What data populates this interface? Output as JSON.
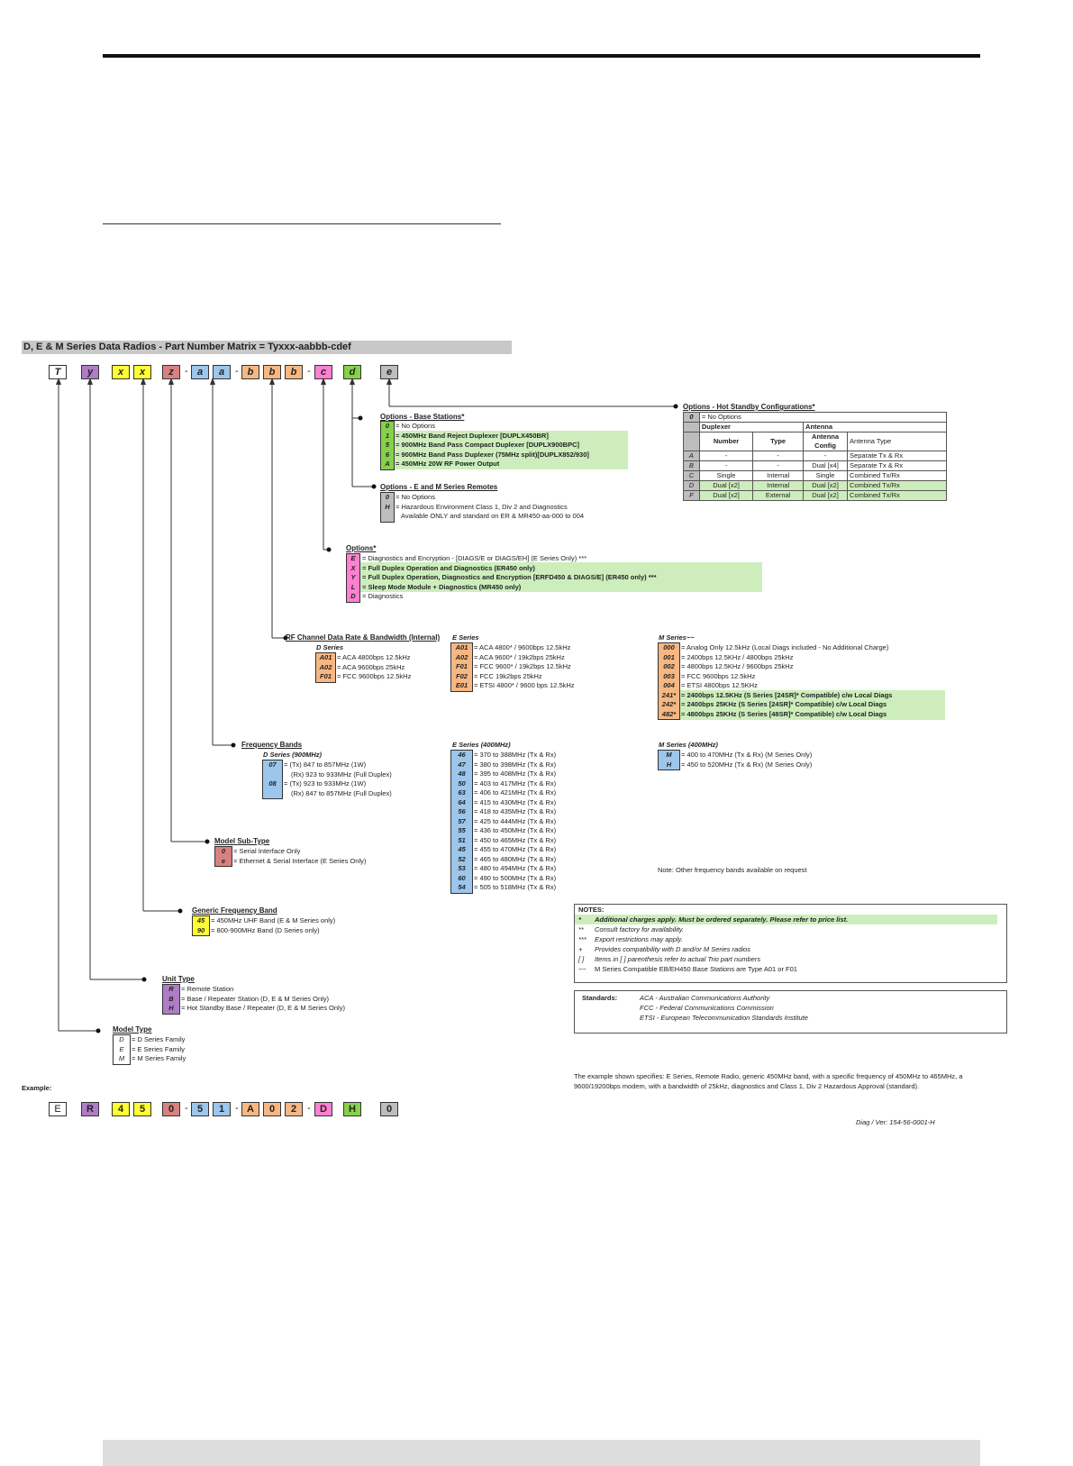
{
  "title": "D, E & M Series Data Radios - Part Number Matrix = Tyxxx-aabbb-cdef",
  "matrix_boxes": [
    "T",
    "y",
    "x",
    "x",
    "z",
    "-",
    "a",
    "a",
    "-",
    "b",
    "b",
    "b",
    "-",
    "c",
    "d",
    "e"
  ],
  "example_label": "Example:",
  "example_boxes": [
    "E",
    "R",
    "4",
    "5",
    "0",
    "-",
    "5",
    "1",
    "-",
    "A",
    "0",
    "2",
    "-",
    "D",
    "H",
    "0"
  ],
  "hot_standby": {
    "title": "Options - Hot Standby Configurations*",
    "zero_code": "0",
    "zero_desc": "= No Options",
    "hdr_duplexer": "Duplexer",
    "hdr_antenna": "Antenna",
    "hdr_number": "Number",
    "hdr_type": "Type",
    "hdr_config": "Antenna Config",
    "hdr_antenna_type": "Antenna Type",
    "rows": [
      {
        "code": "A",
        "number": "-",
        "type": "-",
        "config": "-",
        "antenna_type": "Separate Tx & Rx"
      },
      {
        "code": "B",
        "number": "-",
        "type": "-",
        "config": "Dual [x4]",
        "antenna_type": "Separate Tx & Rx"
      },
      {
        "code": "C",
        "number": "Single",
        "type": "Internal",
        "config": "Single",
        "antenna_type": "Combined Tx/Rx"
      },
      {
        "code": "D",
        "number": "Dual [x2]",
        "type": "Internal",
        "config": "Dual [x2]",
        "antenna_type": "Combined Tx/Rx"
      },
      {
        "code": "F",
        "number": "Dual [x2]",
        "type": "External",
        "config": "Dual [x2]",
        "antenna_type": "Combined Tx/Rx"
      }
    ]
  },
  "base_options": {
    "title": "Options - Base Stations*",
    "items": [
      {
        "code": "0",
        "desc": "= No Options"
      },
      {
        "code": "1",
        "desc": "= 450MHz Band Reject Duplexer [DUPLX450BR]"
      },
      {
        "code": "5",
        "desc": "= 900MHz Band Pass Compact Duplexer [DUPLX900BPC]"
      },
      {
        "code": "6",
        "desc": "= 900MHz Band Pass Duplexer (75MHz split)[DUPLX852/930]"
      },
      {
        "code": "A",
        "desc": "= 450MHz 20W RF Power Output"
      }
    ]
  },
  "remote_options": {
    "title": "Options - E and M Series Remotes",
    "items": [
      {
        "code": "0",
        "desc": "= No Options"
      },
      {
        "code": "H",
        "desc": "= Hazardous Environment Class 1, Div 2 and Diagnostics"
      },
      {
        "code": "",
        "desc": "Available ONLY and standard on ER & MR450-aa-000 to 004"
      }
    ]
  },
  "options": {
    "title": "Options*",
    "items": [
      {
        "code": "E",
        "desc": "= Diagnostics and Encryption - [DIAGS/E or DIAGS/EH] (E Series Only) ***"
      },
      {
        "code": "X",
        "desc": "= Full Duplex Operation and Diagnostics (ER450 only)"
      },
      {
        "code": "Y",
        "desc": "= Full Duplex Operation, Diagnostics and Encryption [ERFD450 & DIAGS/E] (ER450 only) ***"
      },
      {
        "code": "L",
        "desc": "= Sleep Mode Module + Diagnostics (MR450 only)"
      },
      {
        "code": "D",
        "desc": "= Diagnostics"
      }
    ]
  },
  "rf_channel": {
    "title": "RF Channel Data Rate & Bandwidth (Internal)",
    "d_title": "D Series",
    "d_items": [
      {
        "code": "A01",
        "desc": "= ACA 4800bps 12.5kHz"
      },
      {
        "code": "A02",
        "desc": "= ACA 9600bps 25kHz"
      },
      {
        "code": "F01",
        "desc": "= FCC 9600bps 12.5kHz"
      }
    ],
    "e_title": "E Series",
    "e_items": [
      {
        "code": "A01",
        "desc": "= ACA 4800* / 9600bps 12.5kHz"
      },
      {
        "code": "A02",
        "desc": "= ACA 9600* / 19k2bps 25kHz"
      },
      {
        "code": "F01",
        "desc": "= FCC 9600* / 19k2bps 12.5kHz"
      },
      {
        "code": "F02",
        "desc": "= FCC 19k2bps 25kHz"
      },
      {
        "code": "E01",
        "desc": "= ETSI 4800* / 9600 bps 12.5kHz"
      }
    ],
    "m_title": "M Series~~",
    "m_items": [
      {
        "code": "000",
        "desc": "= Analog Only 12.5kHz (Local Diags included - No Additional Charge)"
      },
      {
        "code": "001",
        "desc": "= 2400bps 12.5KHz / 4800bps 25kHz"
      },
      {
        "code": "002",
        "desc": "= 4800bps 12.5KHz / 9600bps 25kHz"
      },
      {
        "code": "003",
        "desc": "= FCC 9600bps 12.5kHz"
      },
      {
        "code": "004",
        "desc": "= ETSI 4800bps 12.5KHz"
      },
      {
        "code": "241*",
        "desc": "= 2400bps 12.5KHz (S Series [24SR]* Compatible) c/w Local Diags"
      },
      {
        "code": "242*",
        "desc": "= 2400bps 25KHz (S Series [24SR]* Compatible) c/w Local Diags"
      },
      {
        "code": "482*",
        "desc": "= 4800bps 25KHz (S Series [48SR]* Compatible) c/w Local Diags"
      }
    ]
  },
  "freq_bands": {
    "title": "Frequency Bands",
    "d_title": "D Series (900MHz)",
    "d_items": [
      {
        "code": "07",
        "desc": "= (Tx) 847 to 857MHz (1W)"
      },
      {
        "code": "",
        "desc": "(Rx) 923 to 933MHz (Full Duplex)"
      },
      {
        "code": "08",
        "desc": "= (Tx) 923 to 933MHz (1W)"
      },
      {
        "code": "",
        "desc": "(Rx) 847 to 857MHz (Full Duplex)"
      }
    ],
    "e_title": "E Series (400MHz)",
    "e_items": [
      {
        "code": "46",
        "desc": "= 370 to 388MHz (Tx & Rx)"
      },
      {
        "code": "47",
        "desc": "= 380 to 398MHz (Tx & Rx)"
      },
      {
        "code": "48",
        "desc": "= 395 to 408MHz (Tx & Rx)"
      },
      {
        "code": "50",
        "desc": "= 403 to 417MHz (Tx & Rx)"
      },
      {
        "code": "63",
        "desc": "= 406 to 421MHz (Tx & Rx)"
      },
      {
        "code": "64",
        "desc": "= 415 to 430MHz (Tx & Rx)"
      },
      {
        "code": "56",
        "desc": "= 418 to 435MHz (Tx & Rx)"
      },
      {
        "code": "57",
        "desc": "= 425 to 444MHz (Tx & Rx)"
      },
      {
        "code": "55",
        "desc": "= 436 to 450MHz (Tx & Rx)"
      },
      {
        "code": "51",
        "desc": "= 450 to 465MHz (Tx & Rx)"
      },
      {
        "code": "45",
        "desc": "= 455 to 470MHz (Tx & Rx)"
      },
      {
        "code": "52",
        "desc": "= 465 to 480MHz (Tx & Rx)"
      },
      {
        "code": "53",
        "desc": "= 480 to 494MHz (Tx & Rx)"
      },
      {
        "code": "60",
        "desc": "= 490 to 500MHz (Tx & Rx)"
      },
      {
        "code": "54",
        "desc": "= 505 to 518MHz (Tx & Rx)"
      }
    ],
    "m_title": "M Series (400MHz)",
    "m_items": [
      {
        "code": "M",
        "desc": "= 400 to 470MHz (Tx & Rx) (M Series Only)"
      },
      {
        "code": "H",
        "desc": "= 450 to 520MHz (Tx & Rx) (M Series Only)"
      }
    ],
    "note": "Note: Other frequency bands available on request"
  },
  "sub_type": {
    "title": "Model Sub-Type",
    "items": [
      {
        "code": "0",
        "desc": "= Serial Interface Only"
      },
      {
        "code": "e",
        "desc": "= Ethernet & Serial Interface (E Series Only)"
      }
    ]
  },
  "generic_band": {
    "title": "Generic Frequency Band",
    "items": [
      {
        "code": "45",
        "desc": "= 450MHz UHF Band (E & M Series only)"
      },
      {
        "code": "90",
        "desc": "= 800-900MHz Band (D Series only)"
      }
    ]
  },
  "unit_type": {
    "title": "Unit Type",
    "items": [
      {
        "code": "R",
        "desc": "= Remote Station"
      },
      {
        "code": "B",
        "desc": "= Base / Repeater Station (D, E & M Series Only)"
      },
      {
        "code": "H",
        "desc": "= Hot Standby Base / Repeater (D, E & M Series Only)"
      }
    ]
  },
  "model_type": {
    "title": "Model Type",
    "items": [
      {
        "code": "D",
        "desc": "= D Series Family"
      },
      {
        "code": "E",
        "desc": "= E Series Family"
      },
      {
        "code": "M",
        "desc": "= M Series Family"
      }
    ]
  },
  "notes": {
    "title": "NOTES:",
    "lines": [
      {
        "mark": "*",
        "text": "Additional charges apply. Must be ordered separately. Please refer to price list."
      },
      {
        "mark": "**",
        "text": "Consult factory for availability."
      },
      {
        "mark": "***",
        "text": "Export restrictions may apply."
      },
      {
        "mark": "+",
        "text": "Provides compatibility with D and/or M Series radios"
      },
      {
        "mark": "[ ]",
        "text": "Items in [ ] parenthesis refer to actual Trio part numbers"
      },
      {
        "mark": "~~",
        "text": "M Series Compatible EB/EH450 Base Stations are Type A01 or F01"
      }
    ]
  },
  "standards": {
    "label": "Standards:",
    "lines": [
      "ACA - Australian Communications Authority",
      "FCC - Federal Communications Commission",
      "ETSI - European Telecommunication Standards Institute"
    ]
  },
  "example_text": "The example shown specifies: E Series, Remote Radio, generic 450MHz band, with a specific frequency of 450MHz to 465MHz, a 9600/19200bps modem, with a bandwidth of 25kHz, diagnostics and Class 1, Div 2 Hazardous Approval (standard).",
  "diag_ref": "Diag / Ver: 154-56-0001-H",
  "colors": {
    "purple": "#b07cc6",
    "yellow": "#ffff33",
    "rose": "#d98080",
    "blue": "#9cc6ec",
    "orange": "#f7b783",
    "pink": "#ff7fd1",
    "green": "#86d14a",
    "grey": "#bdbdbd",
    "highlight": "#cdeebc"
  }
}
